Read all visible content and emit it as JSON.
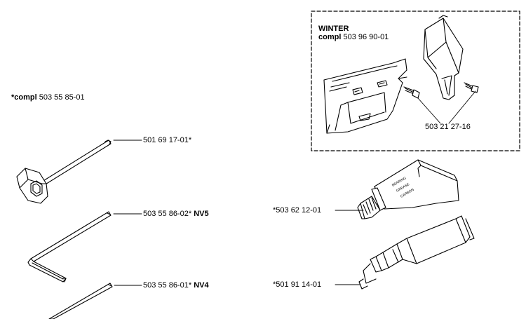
{
  "kit": {
    "prefix": "*compl",
    "number": "503 55 85-01"
  },
  "winter": {
    "title": "WINTER",
    "compl_word": "compl",
    "compl_number": "503 96 90-01",
    "screw_part": "503 21 27-16"
  },
  "parts": {
    "wrench": "501 69 17-01*",
    "hex_key_1": {
      "number": "503 55 86-02*",
      "variant": "NV5"
    },
    "hex_key_2": {
      "number": "503 55 86-01*",
      "variant": "NV4"
    },
    "grease_tube": "*503 62 12-01",
    "grease_gun": "*501 91 14-01"
  },
  "grease_tube_print": [
    "BEARING",
    "GREASE",
    "CARBON"
  ]
}
